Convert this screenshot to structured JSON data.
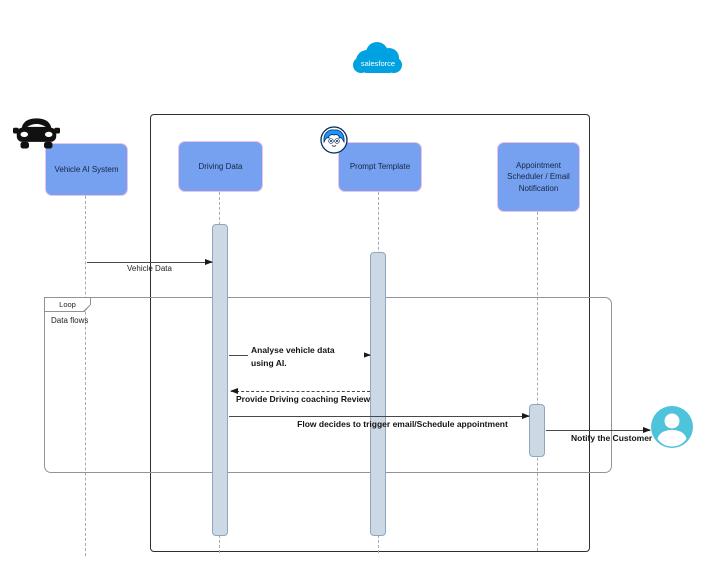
{
  "diagram": {
    "logo": {
      "text": "salesforce"
    },
    "participants": [
      {
        "label": "Vehicle AI System"
      },
      {
        "label": "Driving Data"
      },
      {
        "label": "Prompt Template"
      },
      {
        "label": "Appointment Scheduler / Email Notification"
      }
    ],
    "loop": {
      "label": "Loop",
      "note": "Data flows"
    },
    "messages": [
      {
        "label": "Vehicle Data",
        "from": "Vehicle AI System",
        "to": "Driving Data",
        "style": "solid"
      },
      {
        "label_line1": "Analyse vehicle data",
        "label_line2": "using AI.",
        "from": "Driving Data",
        "to": "Prompt Template",
        "style": "solid"
      },
      {
        "label": "Provide Driving coaching Review",
        "from": "Prompt Template",
        "to": "Driving Data",
        "style": "dashed"
      },
      {
        "label": "Flow decides to trigger email/Schedule appointment",
        "from": "Driving Data",
        "to": "Appointment Scheduler / Email Notification",
        "style": "solid"
      },
      {
        "label": "Notify the Customer",
        "from": "Appointment Scheduler / Email Notification",
        "to": "Customer",
        "style": "solid"
      }
    ],
    "icons": [
      {
        "name": "car-icon"
      },
      {
        "name": "einstein-mascot-icon"
      },
      {
        "name": "salesforce-cloud-logo"
      },
      {
        "name": "customer-avatar-icon"
      }
    ],
    "colors": {
      "participant_fill": "#75a1f0",
      "participant_border": "#eec3e4",
      "activation_fill": "#ccd8e4",
      "activation_border": "#8ea7bf",
      "salesforce_blue": "#00a1e0",
      "customer_avatar": "#4ec3dc",
      "frame_border": "#2f2f2f",
      "loop_border": "#8f949c"
    }
  }
}
